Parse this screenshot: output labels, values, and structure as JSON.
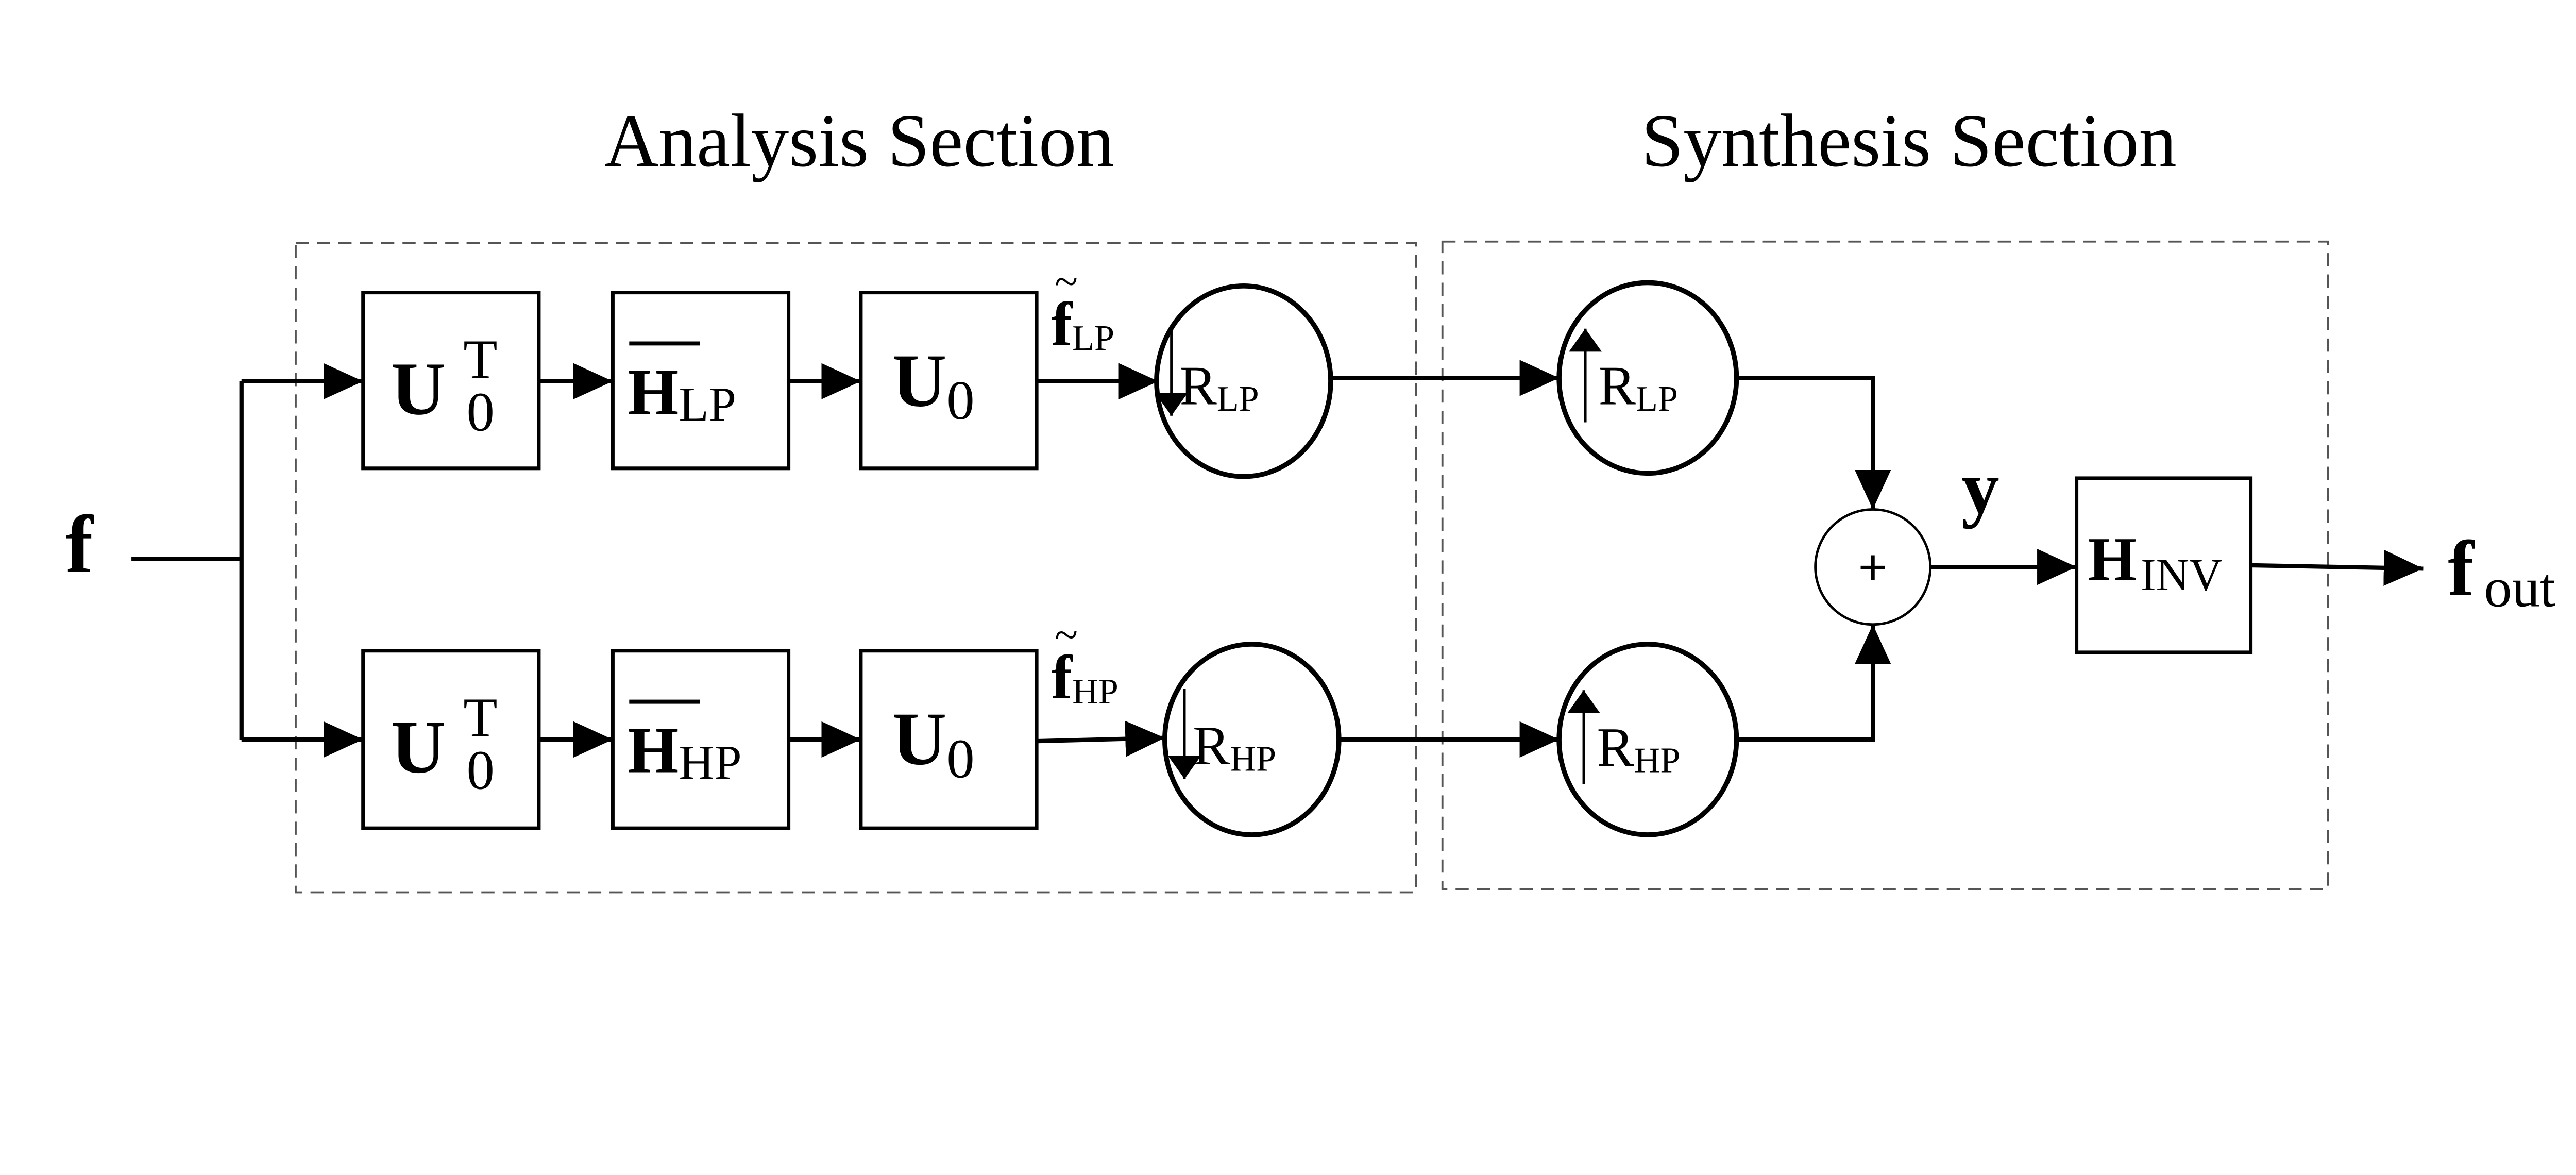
{
  "sections": {
    "analysis_title": "Analysis Section",
    "synthesis_title": "Synthesis Section"
  },
  "signals": {
    "input": "f",
    "output_main": "f",
    "output_sub": "out",
    "sum_output": "y",
    "lp_tilde_main": "f",
    "lp_tilde_sub": "LP",
    "hp_tilde_main": "f",
    "hp_tilde_sub": "HP"
  },
  "blocks": {
    "u0t_main": "U",
    "u0t_sub": "0",
    "u0t_sup": "T",
    "h_main": "H",
    "h_lp_sub": "LP",
    "h_hp_sub": "HP",
    "u0_main": "U",
    "u0_sub": "0",
    "hinv_main": "H",
    "hinv_sub": "INV"
  },
  "resamplers": {
    "main": "R",
    "lp_sub": "LP",
    "hp_sub": "HP"
  },
  "adder": {
    "symbol": "+"
  },
  "colors": {
    "stroke": "#000000",
    "dashed_border": "#555555"
  }
}
